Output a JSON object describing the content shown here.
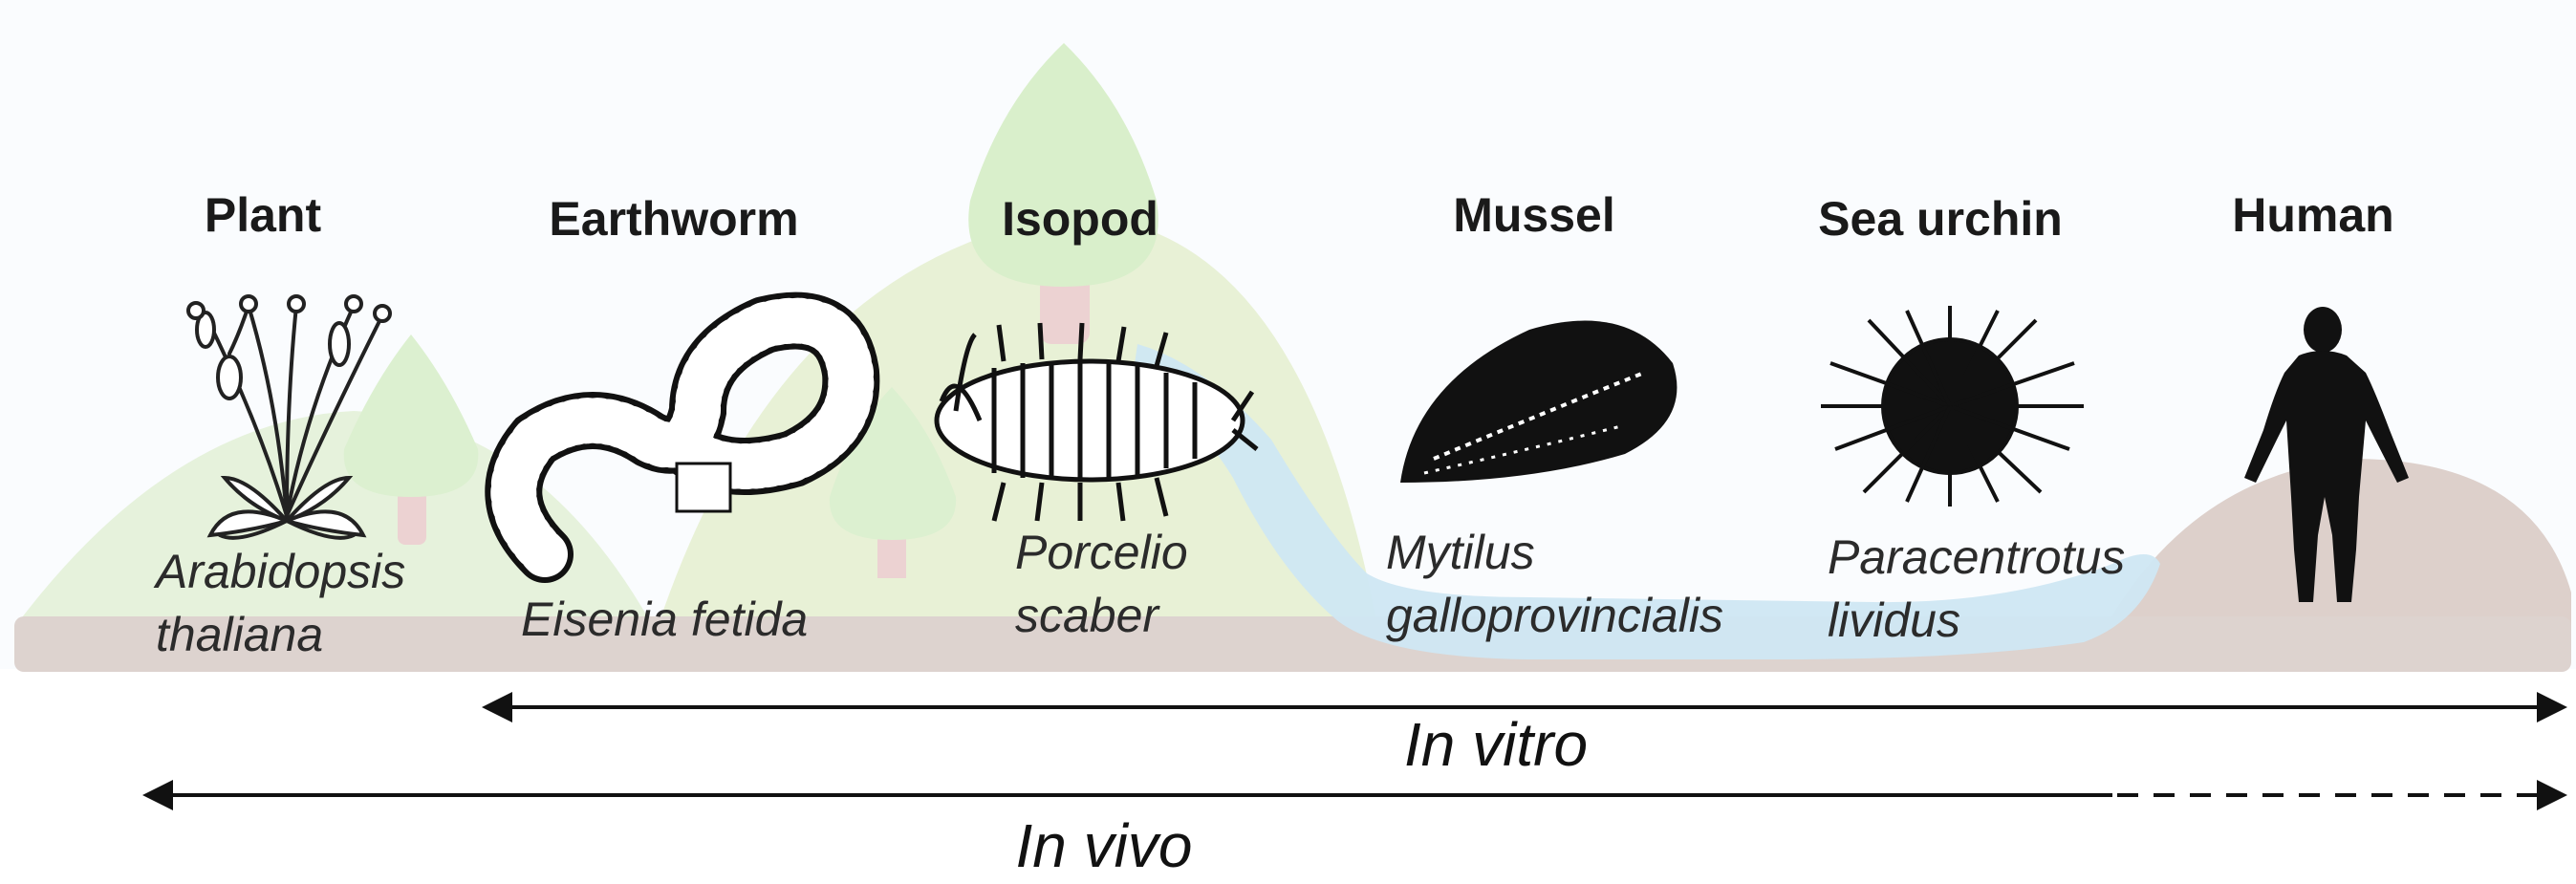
{
  "organisms": [
    {
      "id": "plant",
      "name": "Plant",
      "scientific": [
        "Arabidopsis",
        "thaliana"
      ],
      "icon": "plant-icon"
    },
    {
      "id": "earthworm",
      "name": "Earthworm",
      "scientific": [
        "Eisenia fetida"
      ],
      "icon": "earthworm-icon"
    },
    {
      "id": "isopod",
      "name": "Isopod",
      "scientific": [
        "Porcelio",
        "scaber"
      ],
      "icon": "isopod-icon"
    },
    {
      "id": "mussel",
      "name": "Mussel",
      "scientific": [
        "Mytilus",
        "galloprovincialis"
      ],
      "icon": "mussel-icon"
    },
    {
      "id": "sea-urchin",
      "name": "Sea urchin",
      "scientific": [
        "Paracentrotus",
        "lividus"
      ],
      "icon": "sea-urchin-icon"
    },
    {
      "id": "human",
      "name": "Human",
      "scientific": [],
      "icon": "human-icon"
    }
  ],
  "ranges": {
    "in_vitro": {
      "label": "In vitro",
      "style": "solid"
    },
    "in_vivo": {
      "label": "In vivo",
      "style": "solid-then-dashed"
    }
  },
  "colors": {
    "ground": "#ddd3cf",
    "hill": "#e2f1d6",
    "tree": "#d9efcb",
    "trunk": "#eacfcf",
    "water": "#cfe7f3",
    "silhouette": "#111111"
  }
}
